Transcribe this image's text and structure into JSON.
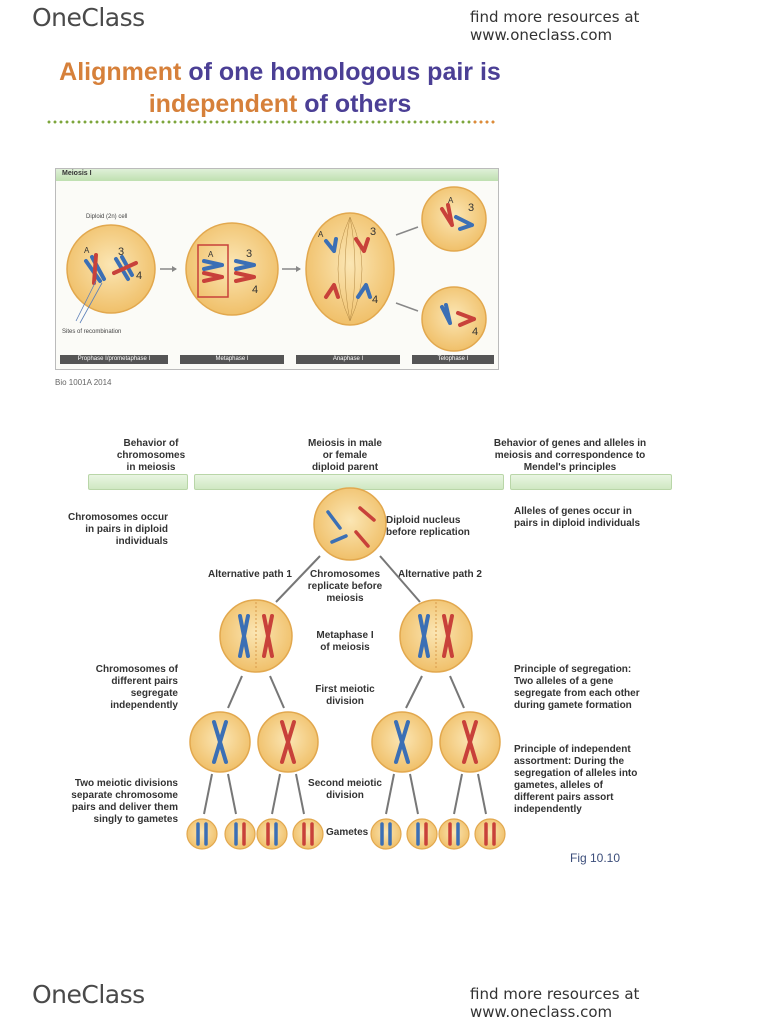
{
  "header": {
    "logo": "OneClass",
    "resources": "find more resources at www.oneclass.com"
  },
  "footer": {
    "logo": "OneClass",
    "resources": "find more resources at www.oneclass.com"
  },
  "slide": {
    "title_line1_a": "Alignment",
    "title_line1_b": " of one homologous pair is",
    "title_line2_a": "independent",
    "title_line2_b": " of others"
  },
  "fig1": {
    "title": "Meiosis I",
    "diploid_label": "Diploid (2n) cell",
    "recombination_label": "Sites of recombination",
    "stages": [
      "Prophase I/prometaphase I",
      "Metaphase I",
      "Anaphase I",
      "Telophase I"
    ],
    "credit": "Bio 1001A 2014",
    "colors": {
      "cell": "#f2c978",
      "cell_edge": "#e2a84e",
      "blue": "#3b6fb5",
      "red": "#c8413a"
    }
  },
  "fig2": {
    "col_left": "Behavior of\nchromosomes\nin meiosis",
    "col_mid": "Meiosis in male\nor female\ndiploid parent",
    "col_right": "Behavior of genes and alleles in\nmeiosis and correspondence to\nMendel's principles",
    "left_1": "Chromosomes occur\nin pairs in diploid\nindividuals",
    "left_2": "Chromosomes of\ndifferent pairs\nsegregate\nindependently",
    "left_3": "Two meiotic divisions\nseparate chromosome\npairs and deliver them\nsingly to gametes",
    "mid_nucleus": "Diploid nucleus\nbefore replication",
    "alt_path_1": "Alternative path 1",
    "alt_path_2": "Alternative path 2",
    "replicate": "Chromosomes\nreplicate before\nmeiosis",
    "metaphase": "Metaphase I\nof meiosis",
    "first_division": "First meiotic\ndivision",
    "second_division": "Second meiotic\ndivision",
    "gametes": "Gametes",
    "right_1": "Alleles of genes occur in\npairs in diploid individuals",
    "right_2": "Principle of segregation:\nTwo alleles of a gene\nsegregate from each other\nduring gamete formation",
    "right_3": "Principle of independent\nassortment: During the\nsegregation of alleles into\ngametes, alleles of\ndifferent pairs assort\nindependently",
    "fig_number": "Fig 10.10"
  }
}
